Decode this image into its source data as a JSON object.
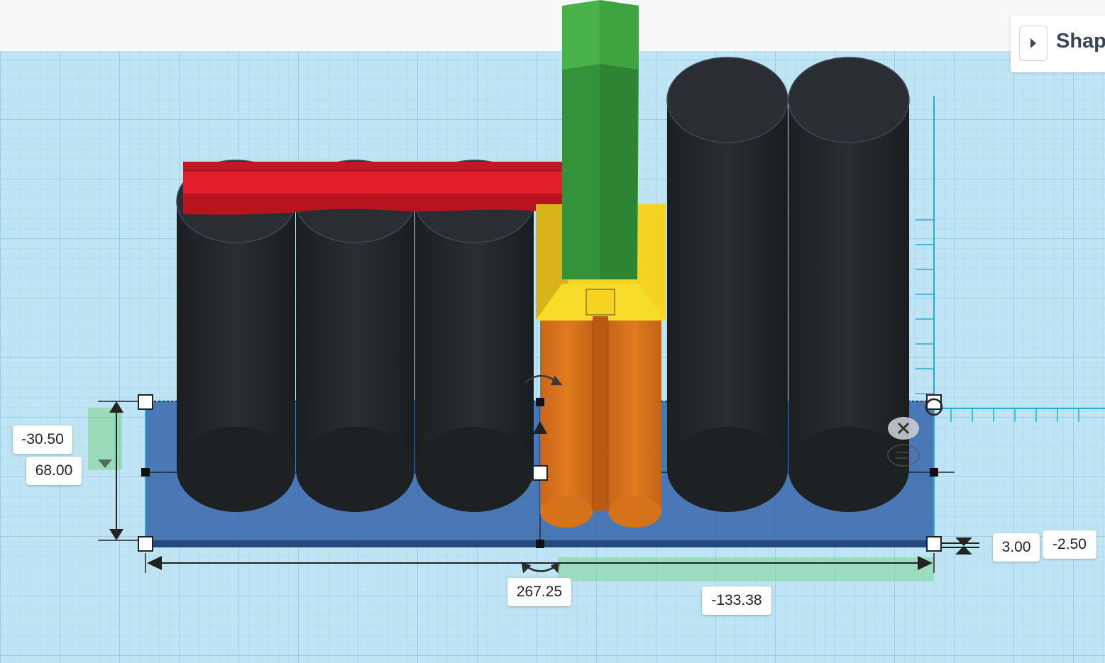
{
  "panel": {
    "title": "Shap"
  },
  "dimensions": {
    "width": "267.25",
    "x_offset": "-133.38",
    "length": "68.00",
    "y_offset": "-30.50",
    "height": "3.00",
    "elevation": "-2.50"
  },
  "icons": {
    "panel_toggle": "caret-right-icon",
    "delete": "close-icon",
    "hide": "eye-off-icon",
    "rotate": "rotate-arrow-icon",
    "lift": "cone-lift-icon"
  },
  "colors": {
    "workplane": "#bfe4f4",
    "grid_minor": "#a9d6ec",
    "grid_major": "#8cc7e2",
    "selected_box": "#2f5fa8",
    "cylinder": "#232629",
    "red_bar": "#d61e2b",
    "green_block": "#3a9a3c",
    "yellow_block": "#f5d320",
    "orange_block": "#d6721a",
    "ruler": "#29a8dc"
  }
}
